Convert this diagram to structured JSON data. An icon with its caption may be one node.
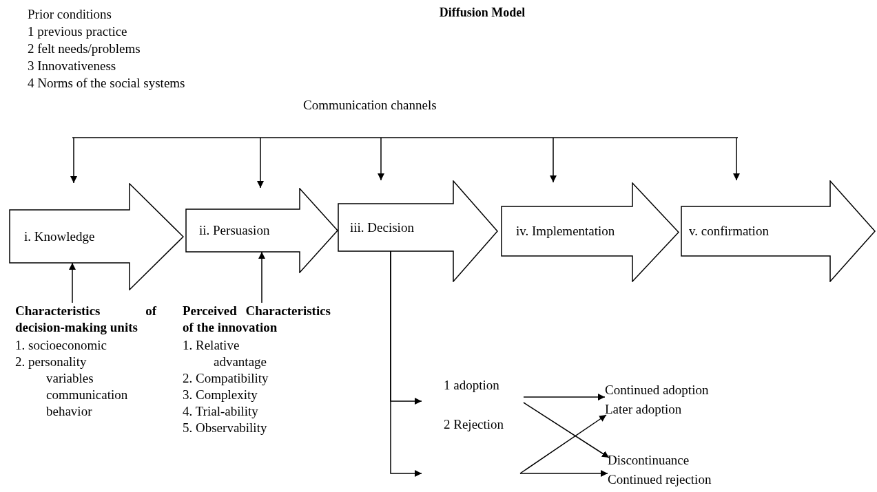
{
  "diagram": {
    "title": "Diffusion Model",
    "nodes": [
      {
        "text": [
          "i. Knowledge"
        ]
      },
      {
        "text": [
          "ii. Persuasion"
        ]
      },
      {
        "text": [
          "iii. Decision"
        ]
      },
      {
        "text": [
          "iv. Implementation"
        ]
      },
      {
        "text": [
          "v. confirmation"
        ]
      },
      {
        "text": [
          "Characteristics of decision-making units",
          "1. socioeconomic",
          "2. personality variables communication behavior"
        ]
      },
      {
        "text": [
          "Perceived Characteristics of the innovation",
          "1. Relative advantage",
          "2. Compatibility",
          "3. Complexity",
          "4. Trial-ability",
          "5. Observability"
        ]
      },
      {
        "text": [
          "1 adoption"
        ]
      },
      {
        "text": [
          "2 Rejection"
        ]
      },
      {
        "text": [
          "Continued adoption"
        ]
      },
      {
        "text": [
          "Later adoption"
        ]
      },
      {
        "text": [
          "Discontinuance"
        ]
      },
      {
        "text": [
          "Continued rejection"
        ]
      }
    ],
    "edges": [
      {
        "from": null,
        "to": 0,
        "arrow": "to"
      },
      {
        "from": null,
        "to": 1,
        "arrow": "to"
      },
      {
        "from": null,
        "to": 2,
        "arrow": "to"
      },
      {
        "from": null,
        "to": 3,
        "arrow": "to"
      },
      {
        "from": null,
        "to": 4,
        "arrow": "to"
      },
      {
        "from": 5,
        "to": 0,
        "arrow": "to"
      },
      {
        "from": 6,
        "to": 1,
        "arrow": "to"
      },
      {
        "from": 2,
        "to": 7,
        "arrow": "to"
      },
      {
        "from": 2,
        "to": 8,
        "arrow": "to"
      },
      {
        "from": 7,
        "to": 9,
        "arrow": "to"
      },
      {
        "from": 7,
        "to": 11,
        "arrow": "to"
      },
      {
        "from": 8,
        "to": 10,
        "arrow": "to"
      },
      {
        "from": 8,
        "to": 12,
        "arrow": "to"
      }
    ],
    "labels": [
      "Prior conditions",
      "1 previous practice",
      "2 felt needs/problems",
      "3 Innovativeness",
      "4 Norms of the social systems",
      "Communication channels"
    ]
  }
}
